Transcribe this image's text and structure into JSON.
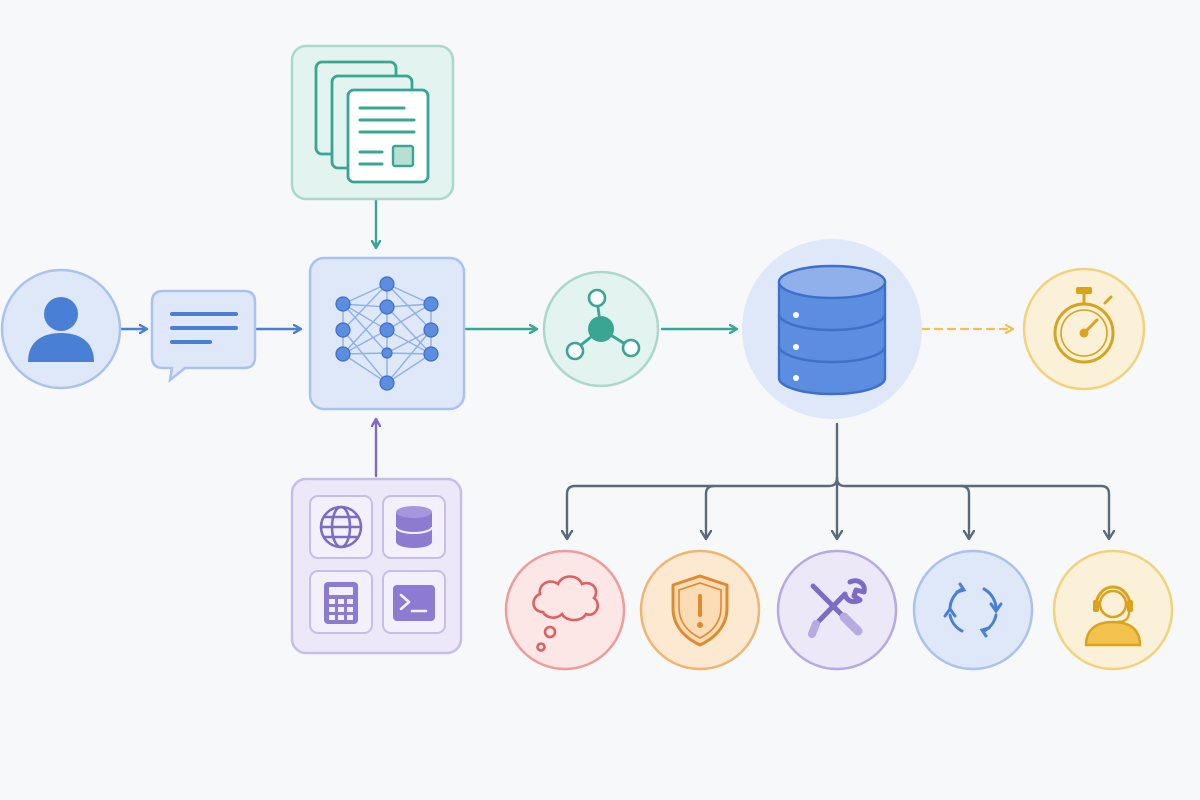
{
  "diagram": {
    "nodes": [
      {
        "id": "user",
        "icon": "user-icon",
        "color": "#4a7fd6"
      },
      {
        "id": "prompt",
        "icon": "chat-message-icon",
        "color": "#4a7fd6"
      },
      {
        "id": "documents",
        "icon": "documents-icon",
        "color": "#3aa593"
      },
      {
        "id": "model",
        "icon": "neural-network-icon",
        "color": "#4a7fd6"
      },
      {
        "id": "tools",
        "icon": "tools-grid-icon",
        "color": "#7d6bc4",
        "items": [
          "globe-icon",
          "database-icon",
          "calculator-icon",
          "terminal-icon"
        ]
      },
      {
        "id": "embedding",
        "icon": "graph-node-icon",
        "color": "#3aa593"
      },
      {
        "id": "store",
        "icon": "database-icon",
        "color": "#4a7fd6"
      },
      {
        "id": "latency",
        "icon": "stopwatch-icon",
        "color": "#d9a21f"
      },
      {
        "id": "reasoning",
        "icon": "thought-bubble-icon",
        "color": "#e06060"
      },
      {
        "id": "safety",
        "icon": "shield-alert-icon",
        "color": "#e08a2e"
      },
      {
        "id": "tooling",
        "icon": "wrench-screwdriver-icon",
        "color": "#7d6bc4"
      },
      {
        "id": "iteration",
        "icon": "refresh-cycle-icon",
        "color": "#4a7fd6"
      },
      {
        "id": "support",
        "icon": "headset-agent-icon",
        "color": "#d9a21f"
      }
    ],
    "edges": [
      {
        "from": "user",
        "to": "prompt",
        "color": "#4a7fd6"
      },
      {
        "from": "prompt",
        "to": "model",
        "color": "#4a7fd6"
      },
      {
        "from": "documents",
        "to": "model",
        "color": "#3aa593"
      },
      {
        "from": "tools",
        "to": "model",
        "color": "#7d6bc4"
      },
      {
        "from": "model",
        "to": "embedding",
        "color": "#3aa593"
      },
      {
        "from": "embedding",
        "to": "store",
        "color": "#3aa593"
      },
      {
        "from": "store",
        "to": "latency",
        "color": "#f2c14e",
        "style": "dashed"
      },
      {
        "from": "store",
        "to": "reasoning",
        "color": "#5a6a7a"
      },
      {
        "from": "store",
        "to": "safety",
        "color": "#5a6a7a"
      },
      {
        "from": "store",
        "to": "tooling",
        "color": "#5a6a7a"
      },
      {
        "from": "store",
        "to": "iteration",
        "color": "#5a6a7a"
      },
      {
        "from": "store",
        "to": "support",
        "color": "#5a6a7a"
      }
    ]
  }
}
